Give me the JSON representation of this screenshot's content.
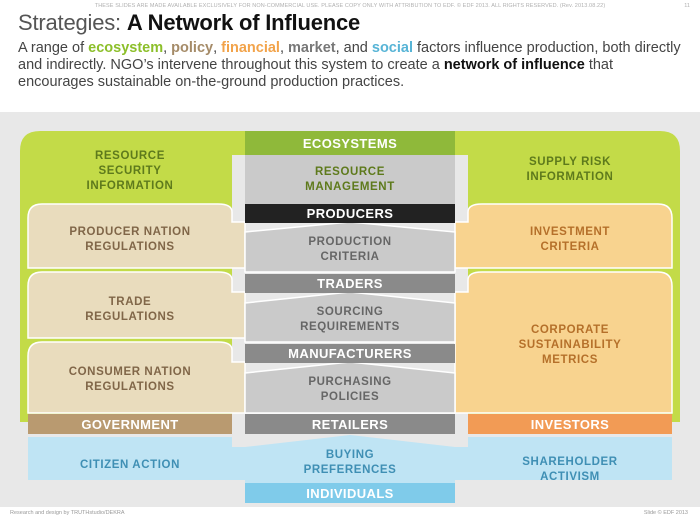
{
  "header": {
    "disclaimer": "THESE SLIDES ARE MADE AVAILABLE EXCLUSIVELY FOR NON-COMMERCIAL USE. PLEASE COPY ONLY WITH ATTRIBUTION TO EDF. © EDF 2013. ALL RIGHTS RESERVED. (Rev. 2013.08.22)",
    "page_number": "11"
  },
  "title": {
    "prefix": "Strategies: ",
    "bold": "A Network of Influence"
  },
  "intro": {
    "p1": "A range of ",
    "ecosystem": "ecosystem",
    "c1": ", ",
    "policy": "policy",
    "c2": ", ",
    "financial": "financial",
    "c3": ", ",
    "market": "market",
    "p2": ", and ",
    "social": "social",
    "p3": " factors influence production, both directly and indirectly. NGO’s intervene throughout this system to create a ",
    "network": "network of influence",
    "p4": " that encourages sustainable on-the-ground production practices."
  },
  "colors": {
    "ecosystem": "#8cbf2a",
    "policy": "#a58b68",
    "financial": "#f2a34a",
    "market": "#777777",
    "social": "#57b4d6",
    "network": "#111111",
    "green_fill": "#c3db48",
    "green_band": "#8fb93a",
    "tan_fill": "#e9dcbd",
    "tan_band": "#b99a70",
    "orange_fill": "#f8d38f",
    "orange_band": "#f29b55",
    "gray_fill": "#cacaca",
    "gray_band": "#8a8a8a",
    "blue_fill": "#bfe4f4",
    "blue_band": "#7fcbea",
    "producers_band": "#222222"
  },
  "diagram": {
    "bands": {
      "ecosystems": "ECOSYSTEMS",
      "producers": "PRODUCERS",
      "traders": "TRADERS",
      "manufacturers": "MANUFACTURERS",
      "retailers": "RETAILERS",
      "government": "GOVERNMENT",
      "investors": "INVESTORS",
      "individuals": "INDIVIDUALS"
    },
    "labels": {
      "resource_security": "RESOURCE\nSECURITY\nINFORMATION",
      "supply_risk": "SUPPLY RISK\nINFORMATION",
      "resource_management": "RESOURCE\nMANAGEMENT",
      "producer_nation": "PRODUCER NATION\nREGULATIONS",
      "trade_regulations": "TRADE\nREGULATIONS",
      "consumer_nation": "CONSUMER NATION\nREGULATIONS",
      "production_criteria": "PRODUCTION\nCRITERIA",
      "sourcing_requirements": "SOURCING\nREQUIREMENTS",
      "purchasing_policies": "PURCHASING\nPOLICIES",
      "investment_criteria": "INVESTMENT\nCRITERIA",
      "corporate_sustainability": "CORPORATE\nSUSTAINABILITY\nMETRICS",
      "citizen_action": "CITIZEN ACTION",
      "buying_preferences": "BUYING\nPREFERENCES",
      "shareholder_activism": "SHAREHOLDER\nACTIVISM"
    }
  },
  "footer": {
    "left": "Research and design by TRUTHstudio/DEKRA",
    "right": "Slide © EDF 2013"
  }
}
